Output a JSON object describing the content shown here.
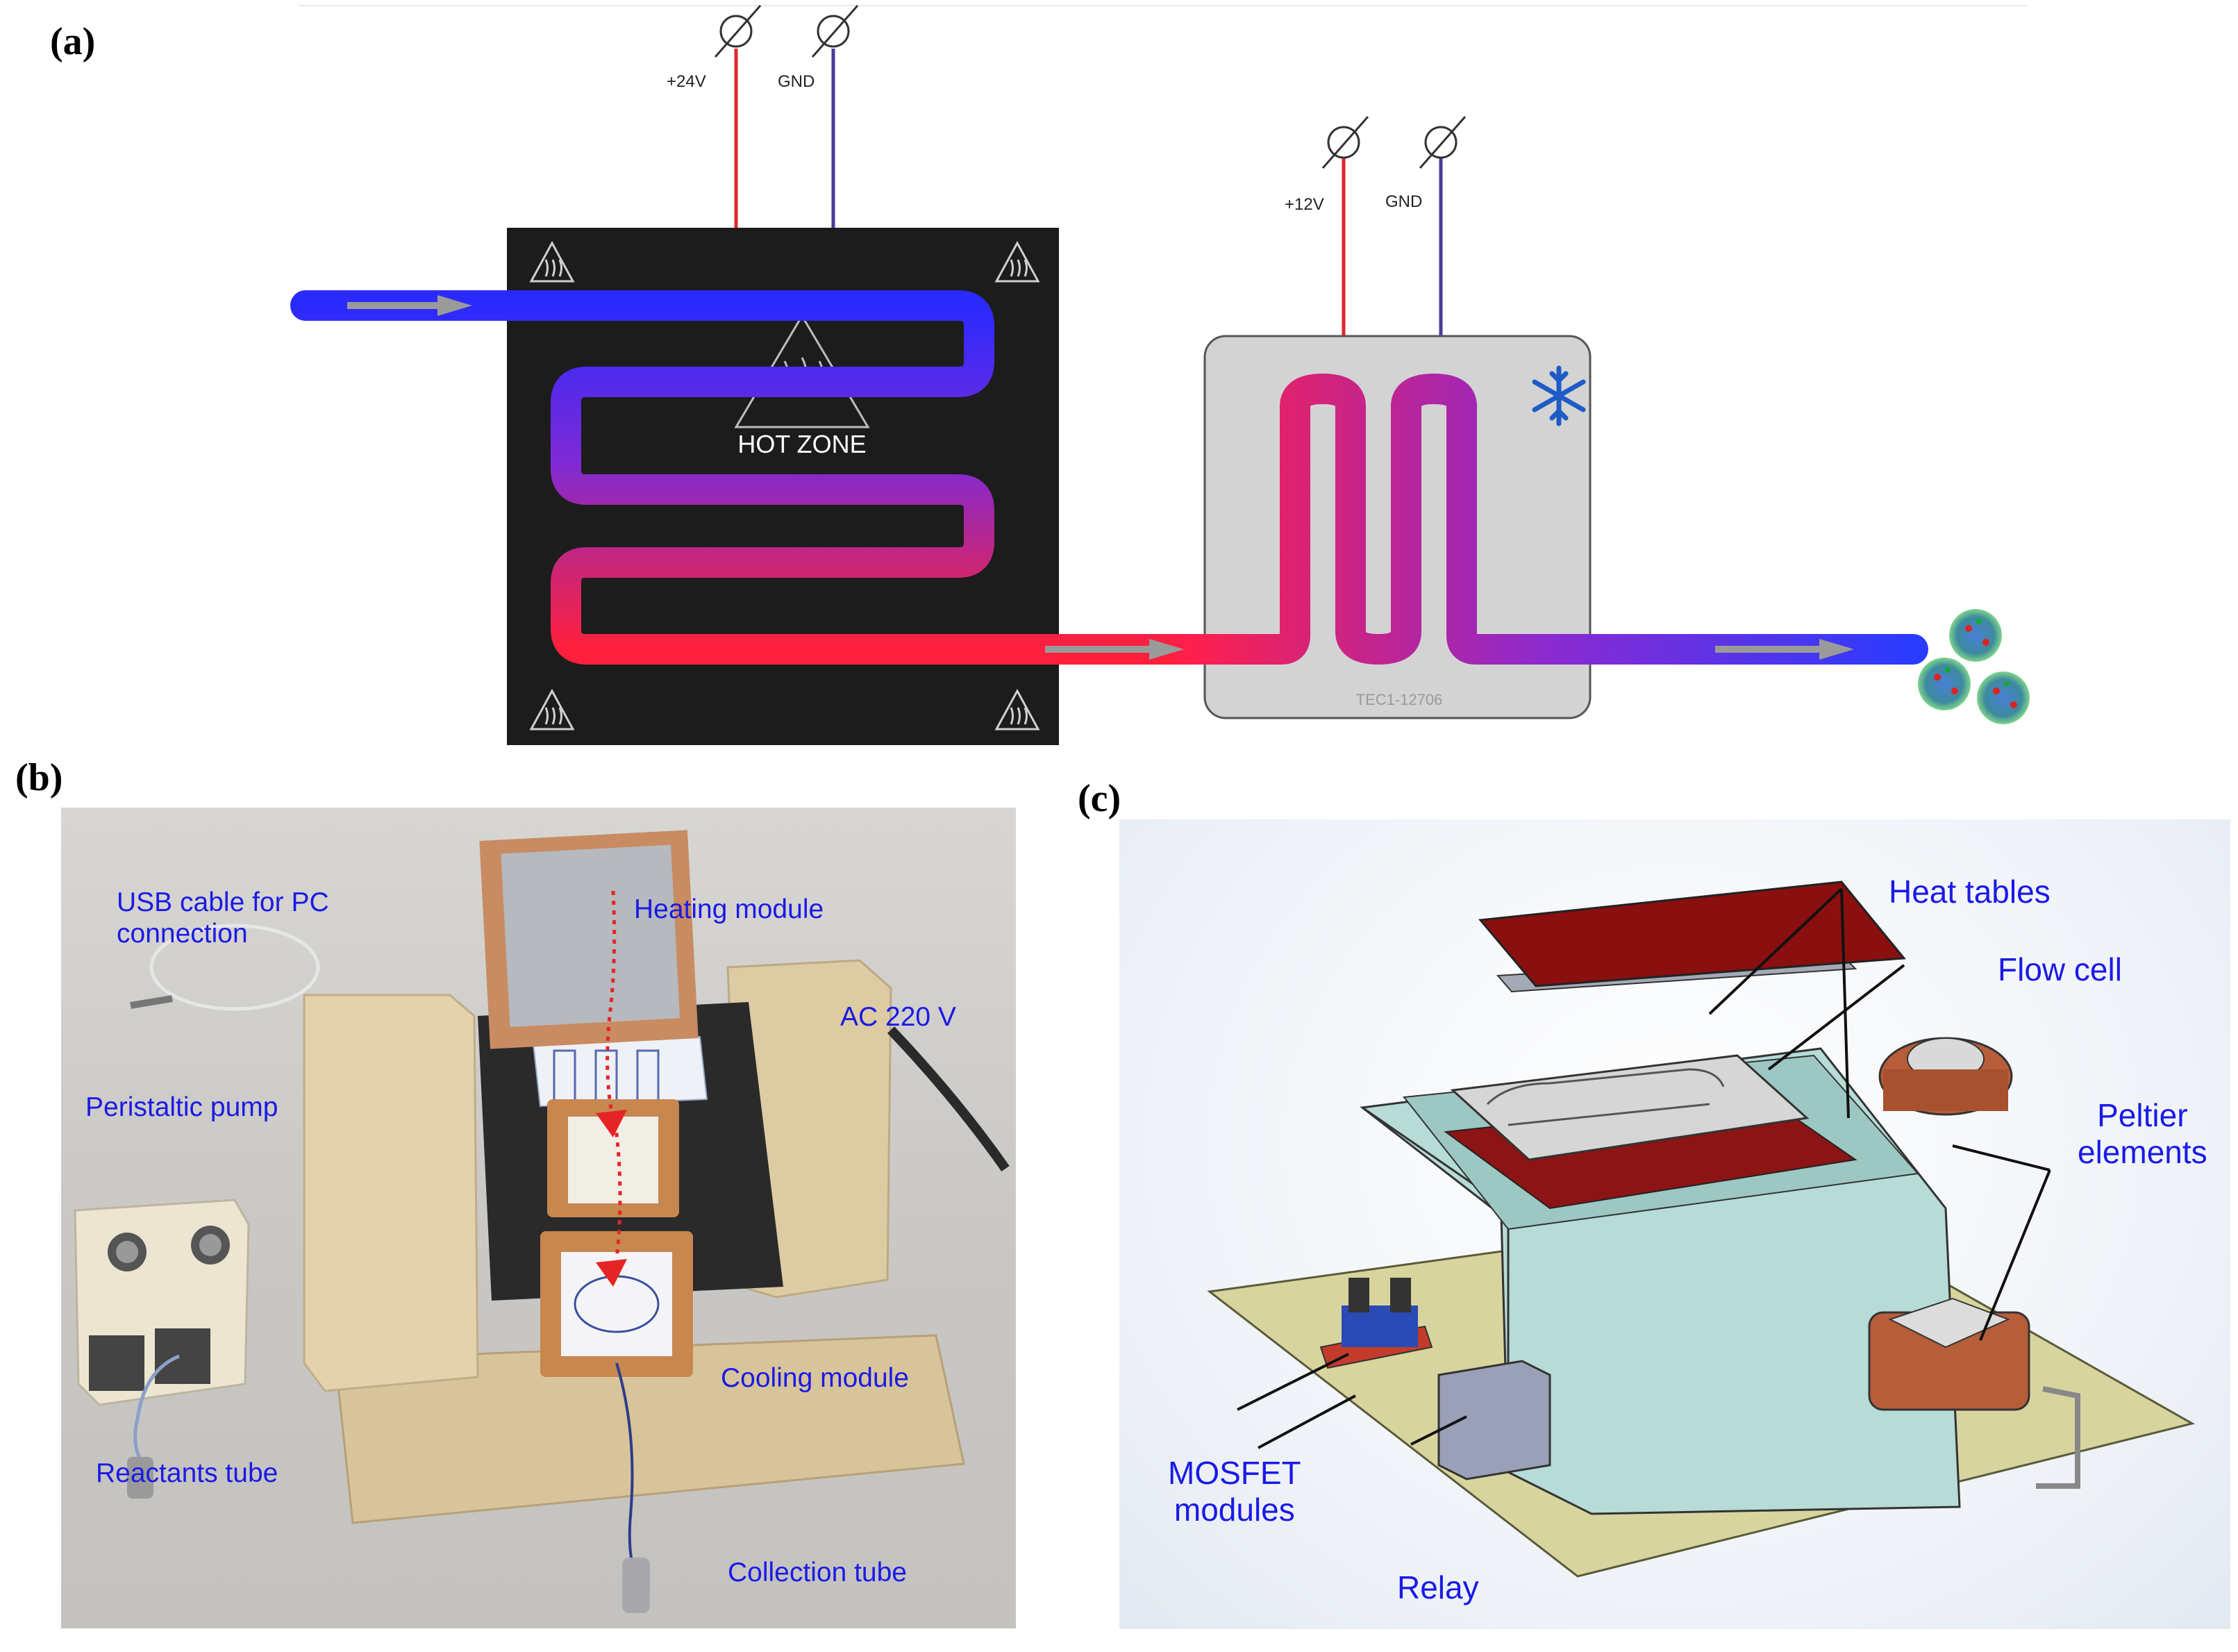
{
  "panels": {
    "a": "(a)",
    "b": "(b)",
    "c": "(c)"
  },
  "schematic": {
    "heater_v_label": "+24V",
    "heater_gnd_label": "GND",
    "heater_zone_label": "HOT ZONE",
    "cooler_v_label": "+12V",
    "cooler_gnd_label": "GND",
    "cooler_part_label": "TEC1-12706",
    "colors": {
      "cold": "#1f3cff",
      "hot": "#ff1f3c",
      "plate": "#1c1c1c",
      "cooler": "#d3d3d3"
    },
    "icons": [
      "warning-heat-icon",
      "snowflake-icon",
      "flow-arrow-icon",
      "nanoparticle-icon"
    ]
  },
  "photo_b": {
    "labels": {
      "usb": "USB cable for PC\nconnection",
      "heating": "Heating module",
      "ac": "AC 220 V",
      "pump": "Peristaltic pump",
      "cooling": "Cooling module",
      "reactants": "Reactants tube",
      "collection": "Collection tube"
    }
  },
  "render_c": {
    "labels": {
      "heat_tables": "Heat tables",
      "flow_cell": "Flow cell",
      "peltier": "Peltier\nelements",
      "mosfet": "MOSFET\nmodules",
      "relay": "Relay"
    }
  }
}
